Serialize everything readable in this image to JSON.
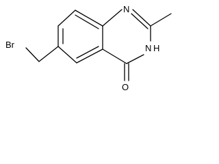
{
  "molecule": {
    "atom_labels": {
      "br": "Br",
      "n1": "N",
      "n3h": "N",
      "n3h_h": "H",
      "o": "O"
    }
  },
  "colors": {
    "bond": "#000000",
    "label": "#000000",
    "background": "#ffffff"
  }
}
